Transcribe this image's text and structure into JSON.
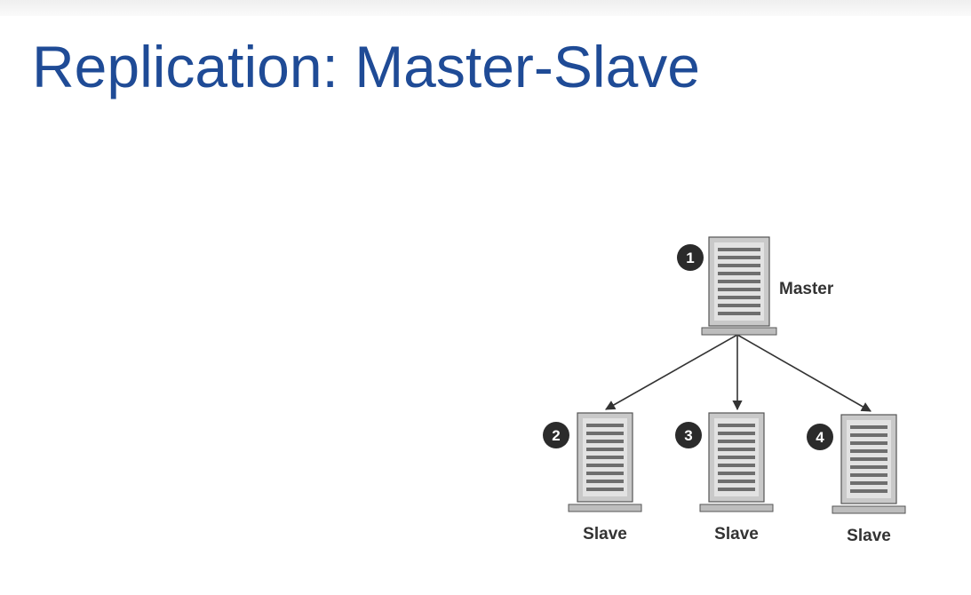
{
  "slide": {
    "title": "Replication: Master-Slave"
  },
  "diagram": {
    "nodes": [
      {
        "number": "1",
        "label": "Master",
        "role": "master"
      },
      {
        "number": "2",
        "label": "Slave",
        "role": "slave"
      },
      {
        "number": "3",
        "label": "Slave",
        "role": "slave"
      },
      {
        "number": "4",
        "label": "Slave",
        "role": "slave"
      }
    ],
    "edges": [
      {
        "from": "1",
        "to": "2"
      },
      {
        "from": "1",
        "to": "3"
      },
      {
        "from": "1",
        "to": "4"
      }
    ]
  },
  "colors": {
    "title": "#1f4b96",
    "server_body": "#c9c9c9",
    "server_stripe": "#6e6e6e",
    "badge": "#2b2b2b",
    "arrow": "#333333"
  }
}
